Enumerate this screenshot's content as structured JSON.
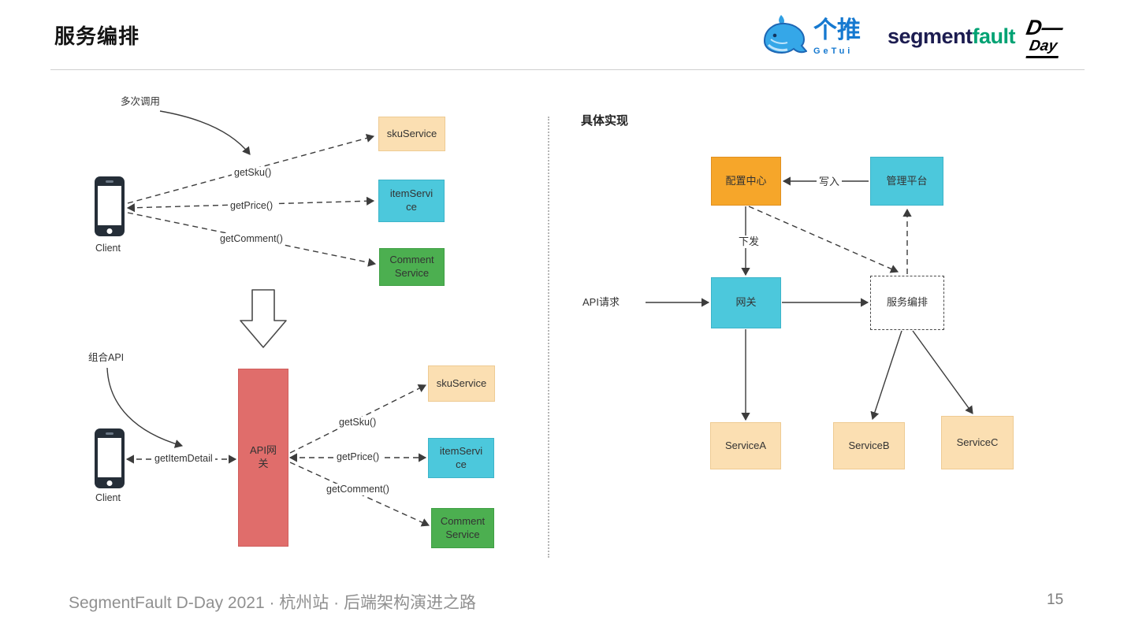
{
  "header": {
    "title": "服务编排",
    "logos": {
      "getui": {
        "cn": "个推",
        "en": "GeTui"
      },
      "segmentfault": {
        "part1": "segment",
        "part2": "fault"
      },
      "dday": {
        "top": "D—",
        "bottom": "Day"
      }
    }
  },
  "left_diagram": {
    "before": {
      "annotation": "多次调用",
      "client": "Client",
      "calls": {
        "sku": "getSku()",
        "price": "getPrice()",
        "comment": "getComment()"
      },
      "services": {
        "sku": "skuService",
        "item": "itemService",
        "comment": "Comment Service"
      }
    },
    "after": {
      "annotation": "组合API",
      "client": "Client",
      "entry_call": "getItemDetail",
      "gateway": "API网关",
      "calls": {
        "sku": "getSku()",
        "price": "getPrice()",
        "comment": "getComment()"
      },
      "services": {
        "sku": "skuService",
        "item": "itemService",
        "comment": "Comment Service"
      }
    }
  },
  "right_diagram": {
    "heading": "具体实现",
    "nodes": {
      "config_center": "配置中心",
      "admin_platform": "管理平台",
      "gateway": "网关",
      "orchestration": "服务编排",
      "service_a": "ServiceA",
      "service_b": "ServiceB",
      "service_c": "ServiceC"
    },
    "edge_labels": {
      "write": "写入",
      "dispatch": "下发",
      "api_request": "API请求"
    }
  },
  "footer": {
    "text": "SegmentFault D-Day 2021 · 杭州站 · 后端架构演进之路",
    "page_number": "15"
  },
  "icons": {
    "getui_logo": "whale-icon",
    "client": "smartphone-icon",
    "transform": "hollow-down-arrow"
  },
  "colors": {
    "service_tan": "#fbdfb2",
    "cyan": "#4cc8dc",
    "green": "#4caf50",
    "gateway_red": "#e06d6b",
    "config_orange": "#f6a62a",
    "getui_blue": "#1679d0",
    "segmentfault_dark": "#1c1c50",
    "segmentfault_green": "#00a273",
    "footer_gray": "#909090"
  }
}
